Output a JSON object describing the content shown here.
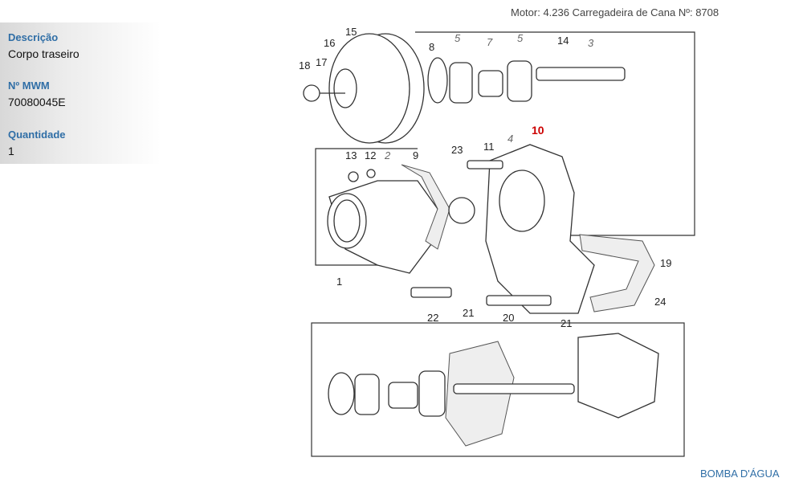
{
  "header": {
    "motor_text": "Motor: 4.236 Carregadeira de Cana   Nº: 8708"
  },
  "info": {
    "description_label": "Descrição",
    "description_value": "Corpo traseiro",
    "mwm_label": "Nº MWM",
    "mwm_value": "70080045E",
    "quantity_label": "Quantidade",
    "quantity_value": "1"
  },
  "diagram": {
    "selected_color": "#cc0000",
    "callouts": [
      "15",
      "16",
      "17",
      "18",
      "8",
      "5",
      "7",
      "5",
      "14",
      "3",
      "10",
      "13",
      "12",
      "2",
      "9",
      "23",
      "11",
      "4",
      "19",
      "1",
      "22",
      "21",
      "20",
      "21",
      "24"
    ]
  },
  "footer": {
    "group_link": "BOMBA D'ÁGUA"
  }
}
